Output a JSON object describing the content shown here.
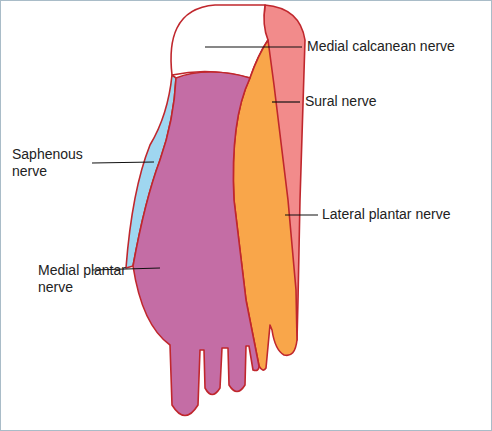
{
  "diagram": {
    "labels": [
      "Medial calcanean nerve",
      "Sural nerve",
      "Saphenous nerve",
      "Lateral plantar nerve",
      "Medial plantar nerve"
    ]
  }
}
